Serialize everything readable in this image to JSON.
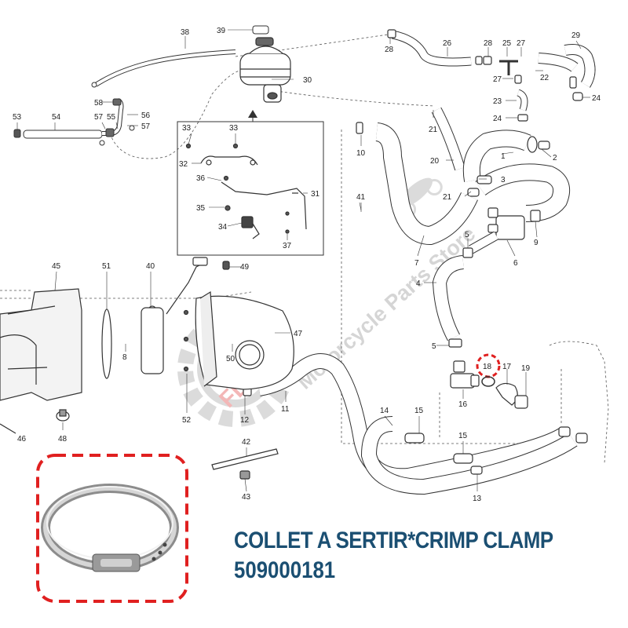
{
  "watermark": {
    "text": "Motorcycle Parts Store",
    "logo_text": "FDR"
  },
  "caption": {
    "title": "COLLET A SERTIR*CRIMP CLAMP",
    "part_number": "509000181"
  },
  "labels": {
    "l1": "1",
    "l2": "2",
    "l3": "3",
    "l4": "4",
    "l5a": "5",
    "l5b": "5",
    "l6": "6",
    "l7": "7",
    "l8": "8",
    "l9": "9",
    "l10": "10",
    "l11": "11",
    "l12": "12",
    "l13": "13",
    "l14": "14",
    "l15a": "15",
    "l15b": "15",
    "l16": "16",
    "l17": "17",
    "l18": "18",
    "l19": "19",
    "l20": "20",
    "l21a": "21",
    "l21b": "21",
    "l22": "22",
    "l23": "23",
    "l24a": "24",
    "l24b": "24",
    "l25": "25",
    "l26": "26",
    "l27a": "27",
    "l27b": "27",
    "l28a": "28",
    "l28b": "28",
    "l29": "29",
    "l30": "30",
    "l31": "31",
    "l32": "32",
    "l33a": "33",
    "l33b": "33",
    "l34": "34",
    "l35": "35",
    "l36": "36",
    "l37": "37",
    "l38": "38",
    "l39": "39",
    "l40": "40",
    "l41": "41",
    "l42": "42",
    "l43": "43",
    "l45": "45",
    "l46": "46",
    "l47": "47",
    "l48": "48",
    "l49": "49",
    "l50": "50",
    "l51": "51",
    "l52": "52",
    "l53": "53",
    "l54": "54",
    "l55": "55",
    "l56": "56",
    "l57a": "57",
    "l57b": "57",
    "l58": "58"
  },
  "colors": {
    "caption": "#1b4f72",
    "highlight": "#e02020",
    "watermark": "#b9b9b9"
  }
}
